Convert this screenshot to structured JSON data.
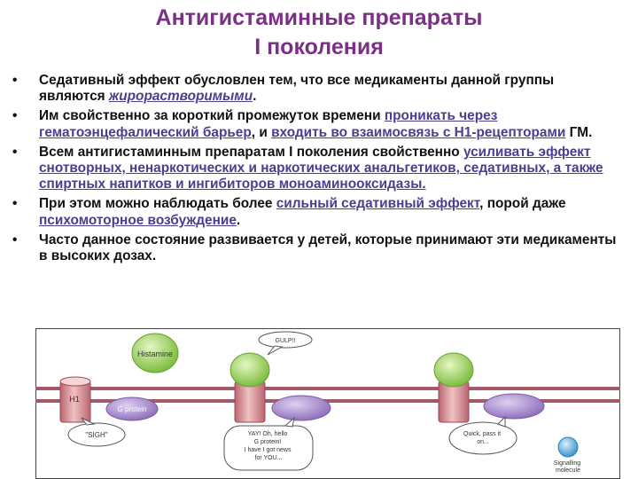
{
  "title": {
    "line1": "Антигистаминные препараты",
    "line2": "I поколения"
  },
  "bullets": [
    {
      "text1": "Седативный эффект обусловлен тем, что все медикаменты данной группы являются ",
      "link1": "жирорастворимыми",
      "text2": "."
    },
    {
      "text1": "Им свойственно за короткий промежуток времени ",
      "link1": "проникать через гематоэнцефалический барьер",
      "text2": ", и ",
      "link2": "входить во взаимосвязь с Н1-рецепторами",
      "text3": " ГМ."
    },
    {
      "text1": "Всем антигистаминным препаратам I поколения свойственно ",
      "link1": "усиливать эффект снотворных, ненаркотических и наркотических анальгетиков, седативных, а также спиртных напитков и ингибиторов моноаминооксидазы."
    },
    {
      "text1": "При этом можно наблюдать более ",
      "link1": "сильный седативный эффект",
      "text2": ", порой даже ",
      "link2": "психомоторное возбуждение",
      "text3": "."
    },
    {
      "text1": "Часто данное состояние развивается у детей, которые принимают эти медикаменты в высоких дозах."
    }
  ],
  "diagram": {
    "histamine": "Histamine",
    "h1": "H1",
    "g_protein": "G protein",
    "sigh": "\"SIGH\"",
    "gulp": "GULP!!",
    "yay_lines": [
      "YAY! Oh, hello",
      "G protein!",
      "I have I got news",
      "for YOU..."
    ],
    "quick_lines": [
      "Quick, pass it",
      "on..."
    ],
    "signalling_lines": [
      "Signalling",
      "molecule"
    ],
    "colors": {
      "title": "#7b2f86",
      "link": "#4b3d8f",
      "membrane": "#a45a66",
      "receptor": "#d99294",
      "ligand": "#8fd14f",
      "g_protein": "#9e80c8",
      "signalling": "#5ba7d6"
    }
  }
}
